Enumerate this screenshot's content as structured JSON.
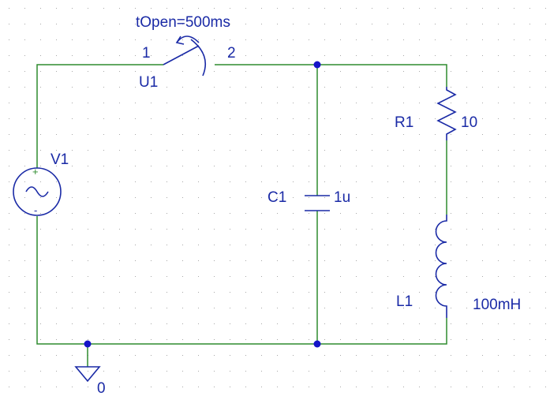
{
  "colors": {
    "wire": "#2e8b2e",
    "component": "#1a2aa6",
    "junction": "#1414c8",
    "grid_dot": "#a8a8a8",
    "polarity_plus": "#2e8b2e",
    "polarity_minus": "#1a2aa6",
    "background": "#ffffff"
  },
  "switch": {
    "param": "tOpen=500ms",
    "pin1": "1",
    "pin2": "2",
    "ref": "U1"
  },
  "source": {
    "ref": "V1",
    "plus": "+",
    "minus": "-",
    "icon": "sine-wave-icon"
  },
  "capacitor": {
    "ref": "C1",
    "value": "1u"
  },
  "resistor": {
    "ref": "R1",
    "value": "10"
  },
  "inductor": {
    "ref": "L1",
    "value": "100mH"
  },
  "ground": {
    "net": "0",
    "icon": "ground-icon"
  }
}
